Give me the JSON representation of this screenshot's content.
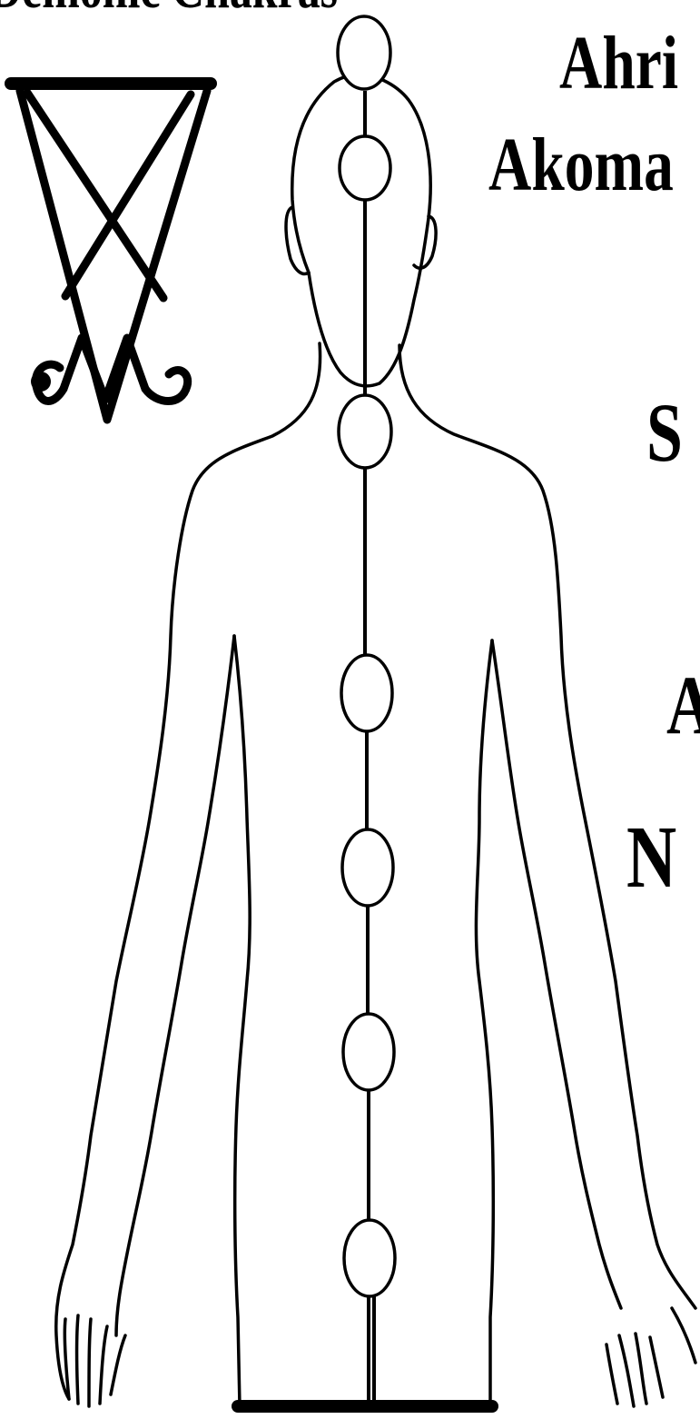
{
  "title_fragment": "Demonic Chakras",
  "labels": {
    "crown": "Ahri",
    "brow": "Akoma",
    "throat": "S",
    "heart": "A",
    "solar": "N"
  },
  "colors": {
    "ink": "#000000",
    "background": "#ffffff"
  },
  "icons": {
    "sigil": "sigil-of-lucifer-icon"
  }
}
